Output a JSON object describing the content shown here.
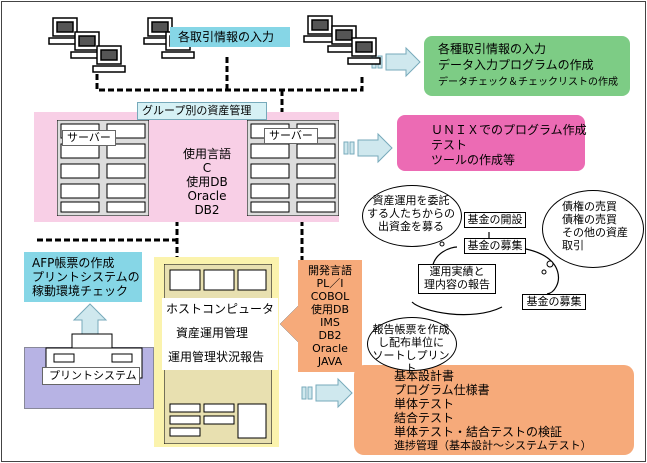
{
  "terminals": {
    "label": "各取引情報の入力"
  },
  "group_label": "グループ別の資産管理",
  "server_left": "サーバー",
  "server_right": "サーバー",
  "languages_mid": [
    "使用言語",
    "C",
    "使用DB",
    "Oracle",
    "DB2"
  ],
  "green_box": [
    "各種取引情報の入力",
    "データ入力プログラムの作成",
    "データチェック＆チェックリストの作成"
  ],
  "pink_box": [
    "ＵＮＩＸでのプログラム作成",
    "テスト",
    "ツールの作成等"
  ],
  "afp_box": [
    "AFP帳票の作成",
    "プリントシステムの",
    "稼動環境チェック"
  ],
  "host": {
    "title": "ホストコンピュータ",
    "line2": "資産運用管理",
    "line3": "運用管理状況報告"
  },
  "print_label": "プリントシステム",
  "dev_langs": [
    "開発言語",
    "PL／I",
    "COBOL",
    "使用DB",
    "IMS",
    "DB2",
    "Oracle",
    "JAVA"
  ],
  "orange_box": [
    "基本設計書",
    "プログラム仕様書",
    "単体テスト",
    "結合テスト",
    "単体テスト・結合テストの検証",
    "進捗管理（基本設計～システムテスト）"
  ],
  "flow": {
    "bubble_top": [
      "資産運用を委託",
      "する人たちからの",
      "出資金を募る"
    ],
    "bubble_right": [
      "債権の売買",
      "債権の売買",
      "その他の資産",
      "取引"
    ],
    "bubble_bottom": [
      "報告帳票を作成",
      "し配布単位に",
      "ソートしプリント"
    ],
    "box_open": "基金の開設",
    "box_raise": "基金の募集",
    "box_report": [
      "運用実績と",
      "理内容の報告"
    ],
    "box_raise2": "基金の募集"
  }
}
